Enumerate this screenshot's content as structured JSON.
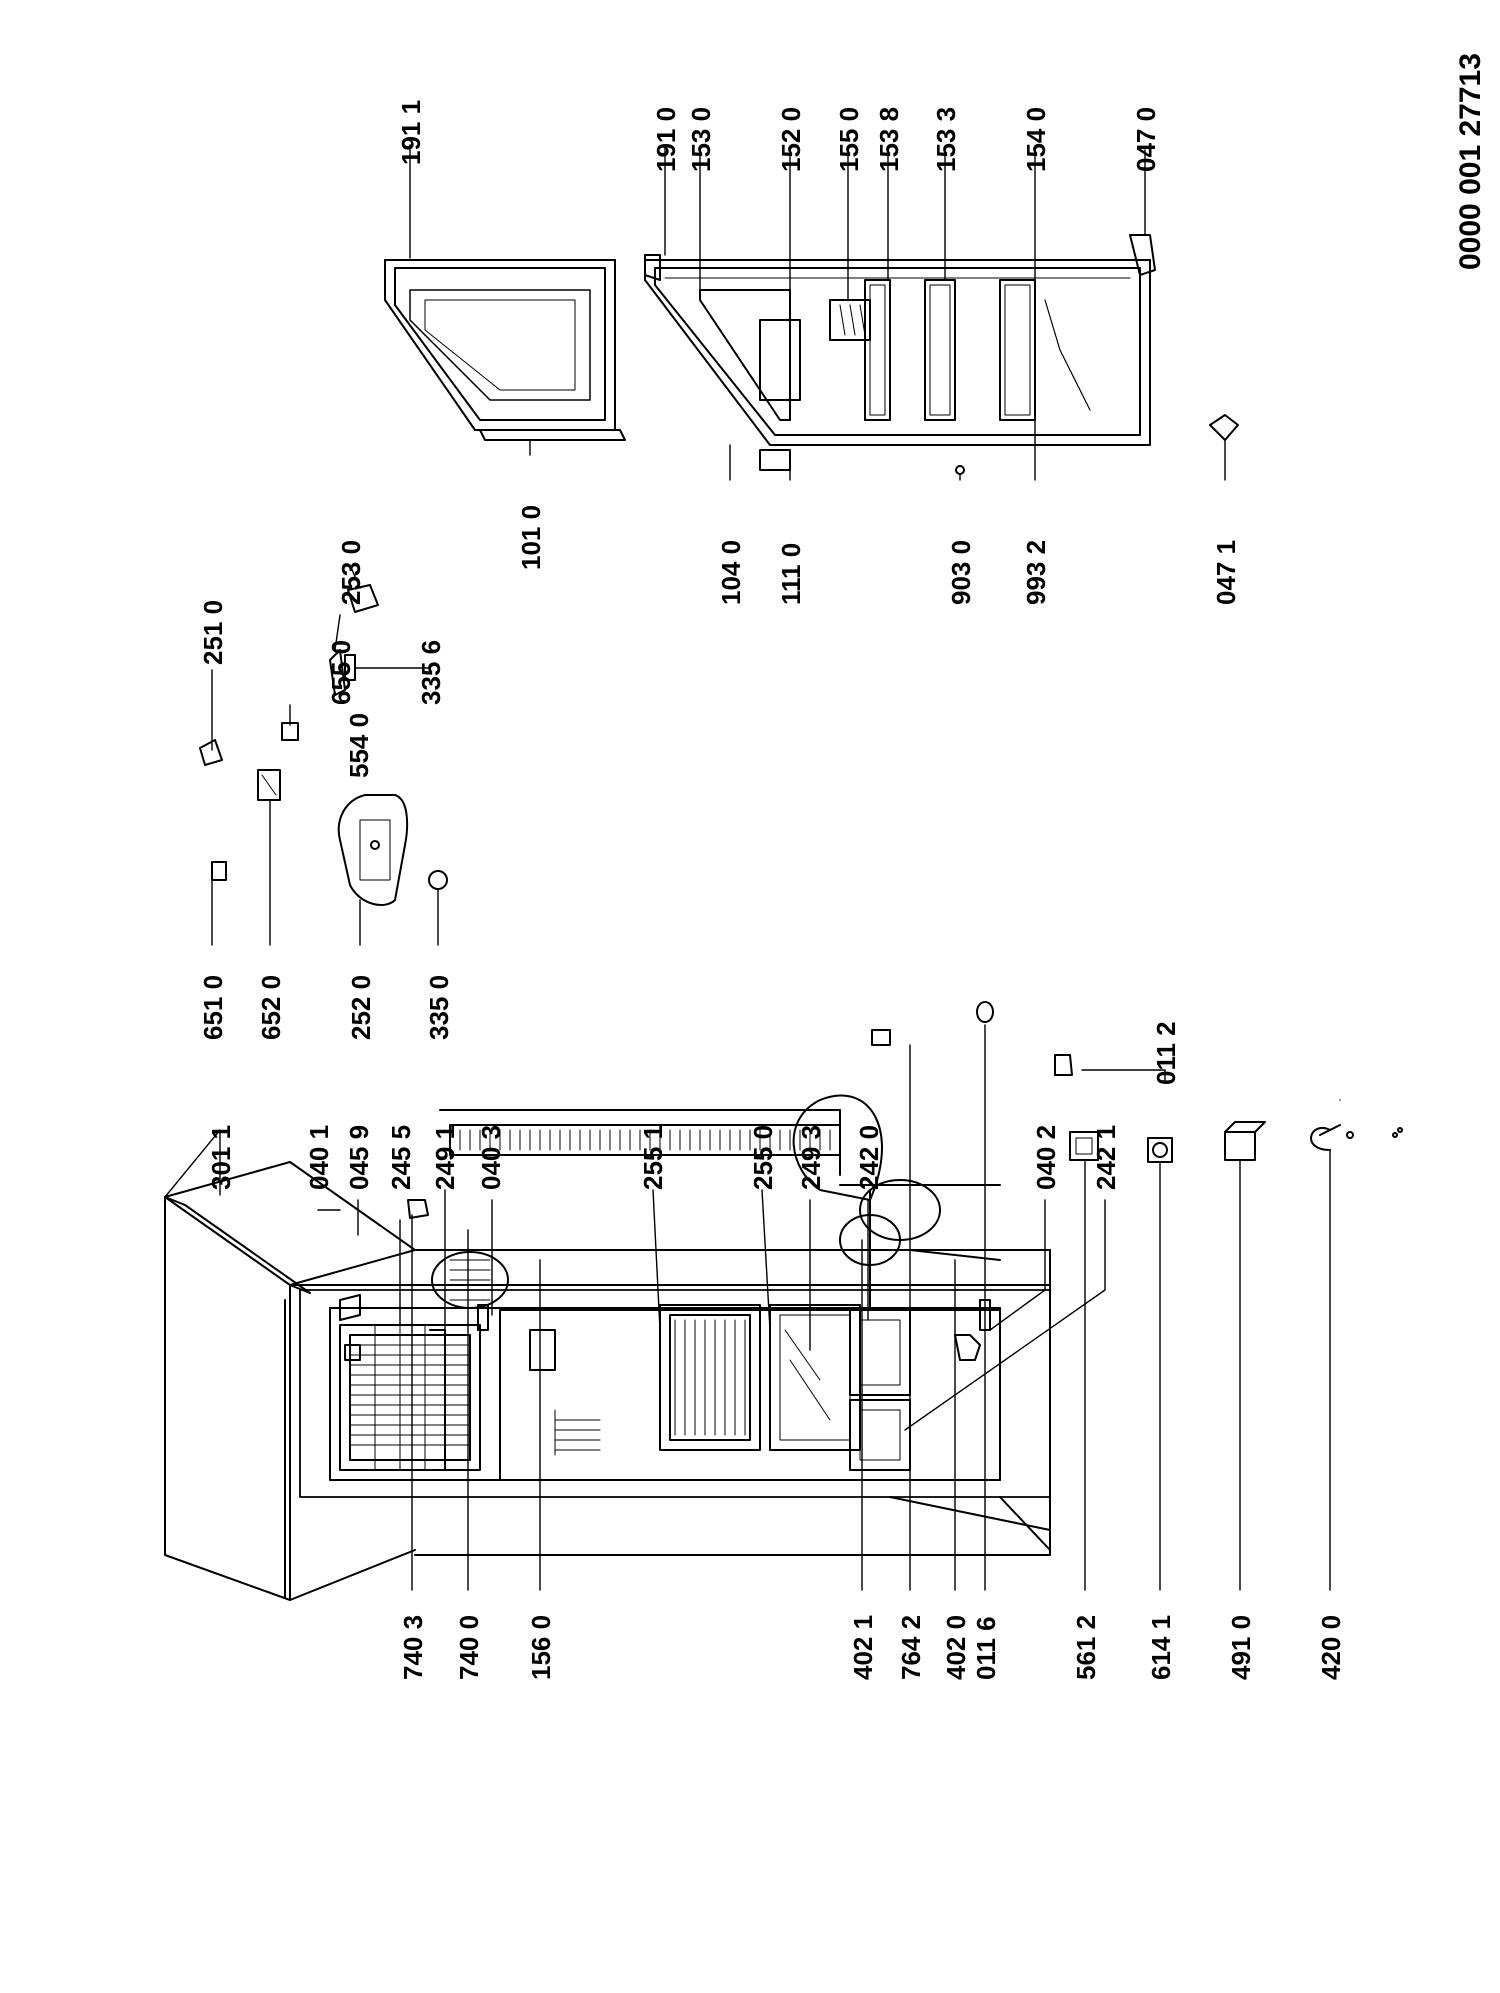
{
  "document": {
    "code": "0000 001 27713"
  },
  "diagram": {
    "style": {
      "ink": "#000000",
      "paper": "#ffffff"
    },
    "labels": [
      {
        "id": "301_1",
        "text": "301 1"
      },
      {
        "id": "040_1",
        "text": "040 1"
      },
      {
        "id": "045_9",
        "text": "045 9"
      },
      {
        "id": "245_5",
        "text": "245 5"
      },
      {
        "id": "249_1",
        "text": "249 1"
      },
      {
        "id": "040_3",
        "text": "040 3"
      },
      {
        "id": "255_1",
        "text": "255 1"
      },
      {
        "id": "255_0",
        "text": "255 0"
      },
      {
        "id": "249_3",
        "text": "249 3"
      },
      {
        "id": "242_0",
        "text": "242 0"
      },
      {
        "id": "040_2",
        "text": "040 2"
      },
      {
        "id": "242_1",
        "text": "242 1"
      },
      {
        "id": "011_2",
        "text": "011 2"
      },
      {
        "id": "740_3",
        "text": "740 3"
      },
      {
        "id": "740_0",
        "text": "740 0"
      },
      {
        "id": "156_0",
        "text": "156 0"
      },
      {
        "id": "402_1",
        "text": "402 1"
      },
      {
        "id": "764_2",
        "text": "764 2"
      },
      {
        "id": "402_0",
        "text": "402 0"
      },
      {
        "id": "011_6",
        "text": "011 6"
      },
      {
        "id": "561_2",
        "text": "561 2"
      },
      {
        "id": "614_1",
        "text": "614 1"
      },
      {
        "id": "491_0",
        "text": "491 0"
      },
      {
        "id": "420_0",
        "text": "420 0"
      },
      {
        "id": "651_0",
        "text": "651 0"
      },
      {
        "id": "652_0",
        "text": "652 0"
      },
      {
        "id": "252_0",
        "text": "252 0"
      },
      {
        "id": "335_0",
        "text": "335 0"
      },
      {
        "id": "251_0",
        "text": "251 0"
      },
      {
        "id": "655_0",
        "text": "655 0"
      },
      {
        "id": "335_6",
        "text": "335 6"
      },
      {
        "id": "554_0",
        "text": "554 0"
      },
      {
        "id": "253_0",
        "text": "253 0"
      },
      {
        "id": "191_1",
        "text": "191 1"
      },
      {
        "id": "101_0",
        "text": "101 0"
      },
      {
        "id": "191_0",
        "text": "191 0"
      },
      {
        "id": "153_0",
        "text": "153 0"
      },
      {
        "id": "152_0",
        "text": "152 0"
      },
      {
        "id": "155_0",
        "text": "155 0"
      },
      {
        "id": "153_8",
        "text": "153 8"
      },
      {
        "id": "153_3",
        "text": "153 3"
      },
      {
        "id": "154_0",
        "text": "154 0"
      },
      {
        "id": "047_0",
        "text": "047 0"
      },
      {
        "id": "104_0",
        "text": "104 0"
      },
      {
        "id": "111_0",
        "text": "111 0"
      },
      {
        "id": "903_0",
        "text": "903 0"
      },
      {
        "id": "993_2",
        "text": "993 2"
      },
      {
        "id": "047_1",
        "text": "047 1"
      }
    ]
  }
}
